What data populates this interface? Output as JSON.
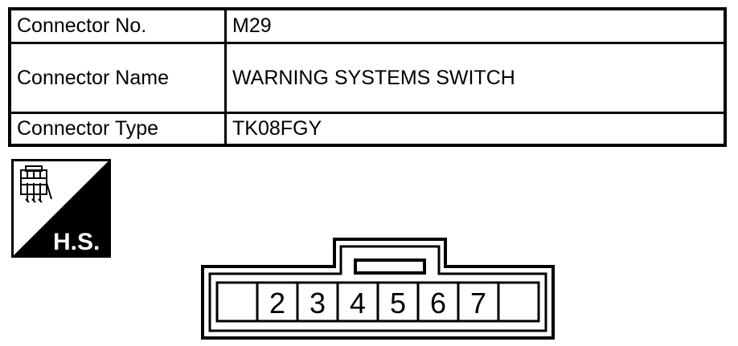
{
  "connector_info": {
    "rows": [
      {
        "label": "Connector No.",
        "value": "M29"
      },
      {
        "label": "Connector Name",
        "value": "WARNING SYSTEMS SWITCH"
      },
      {
        "label": "Connector Type",
        "value": "TK08FGY"
      }
    ]
  },
  "badge": {
    "text": "H.S.",
    "icon": "connector-plug-icon"
  },
  "connector_face": {
    "pins": [
      {
        "label": ""
      },
      {
        "label": "2"
      },
      {
        "label": "3"
      },
      {
        "label": "4"
      },
      {
        "label": "5"
      },
      {
        "label": "6"
      },
      {
        "label": "7"
      },
      {
        "label": ""
      }
    ]
  }
}
